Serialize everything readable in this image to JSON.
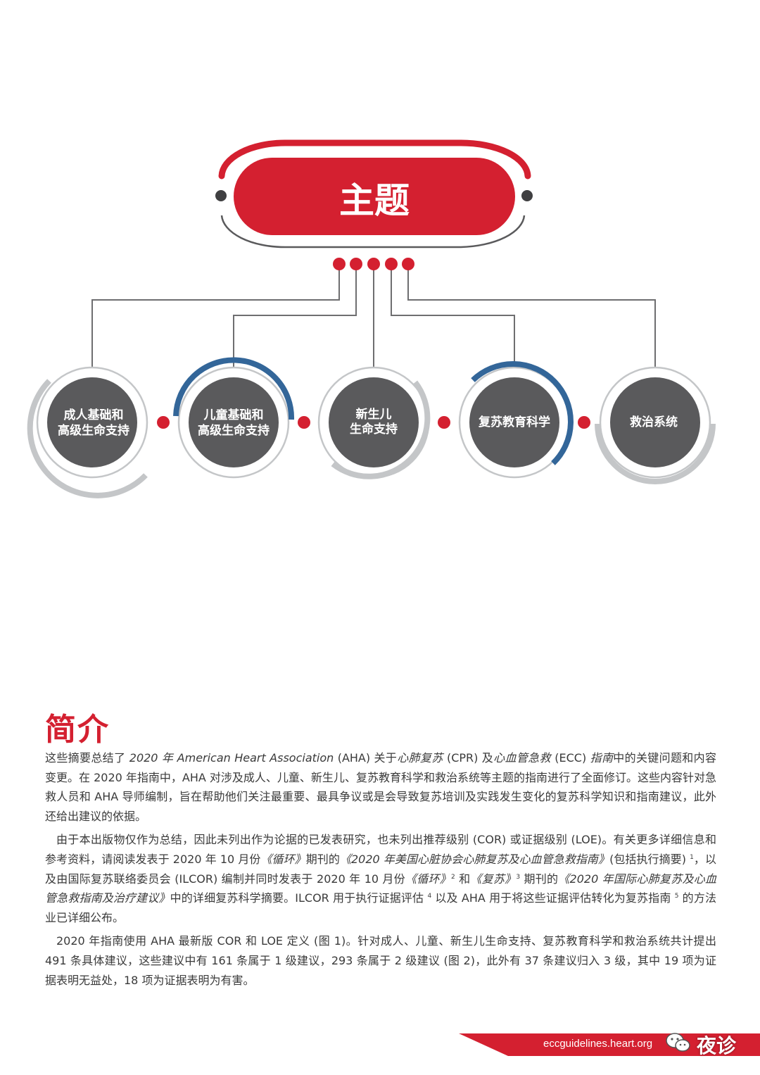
{
  "diagram": {
    "title": "主题",
    "topics": [
      {
        "lines": [
          "成人基础和",
          "高级生命支持"
        ]
      },
      {
        "lines": [
          "儿童基础和",
          "高级生命支持"
        ]
      },
      {
        "lines": [
          "新生儿",
          "生命支持"
        ]
      },
      {
        "lines": [
          "复苏教育科学"
        ]
      },
      {
        "lines": [
          "救治系统"
        ]
      }
    ],
    "colors": {
      "red": "#d42030",
      "gray": "#5a5a5c",
      "light_gray": "#c4c6c8",
      "blue": "#336699"
    }
  },
  "intro": {
    "title": "简介",
    "p1": {
      "t1": "这些摘要总结了 ",
      "e1": "2020 年 American Heart Association",
      "t2": " (AHA) 关于",
      "e2": "心肺复苏",
      "t3": " (CPR) 及",
      "e3": "心血管急救",
      "t4": " (ECC) ",
      "e4": "指南",
      "t5": "中的关键问题和内容变更。在 2020 年指南中，AHA 对涉及成人、儿童、新生儿、复苏教育科学和救治系统等主题的指南进行了全面修订。这些内容针对急救人员和 AHA 导师编制，旨在帮助他们关注最重要、最具争议或是会导致复苏培训及实践发生变化的复苏科学知识和指南建议，此外还给出建议的依据。"
    },
    "p2": {
      "t1": "由于本出版物仅作为总结，因此未列出作为论据的已发表研究，也未列出推荐级别 (COR) 或证据级别 (LOE)。有关更多详细信息和参考资料，请阅读发表于 2020 年 10 月份",
      "e1": "《循环》",
      "t2": "期刊的",
      "e2": "《2020 年美国心脏协会心肺复苏及心血管急救指南》",
      "t3": "(包括执行摘要) ",
      "s1": "1",
      "t4": "，以及由国际复苏联络委员会 (ILCOR) 编制并同时发表于 2020 年 10 月份",
      "e3": "《循环》",
      "s2": "2",
      "t5": " 和",
      "e4": "《复苏》",
      "s3": "3",
      "t6": " 期刊的",
      "e5": "《2020 年国际心肺复苏及心血管急救指南及治疗建议》",
      "t7": "中的详细复苏科学摘要。ILCOR 用于执行证据评估 ",
      "s4": "4",
      "t8": " 以及 AHA 用于将这些证据评估转化为复苏指南 ",
      "s5": "5",
      "t9": " 的方法业已详细公布。"
    },
    "p3": "2020 年指南使用 AHA 最新版 COR 和 LOE 定义 (图 1)。针对成人、儿童、新生儿生命支持、复苏教育科学和救治系统共计提出 491 条具体建议，这些建议中有 161 条属于 1 级建议，293 条属于 2 级建议 (图 2)，此外有 37 条建议归入 3 级，其中 19 项为证据表明无益处，18 项为证据表明为有害。"
  },
  "footer": {
    "url": "eccguidelines.heart.org",
    "watermark": "夜诊"
  }
}
